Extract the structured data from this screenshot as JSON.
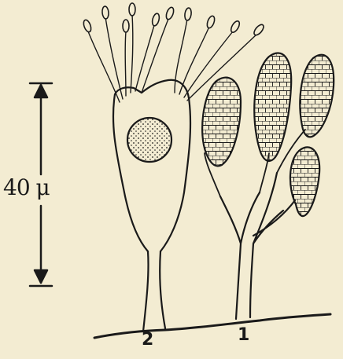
{
  "scale_bar": {
    "label": "40 μ"
  },
  "labels": {
    "organism_1": "1",
    "organism_2": "2"
  }
}
